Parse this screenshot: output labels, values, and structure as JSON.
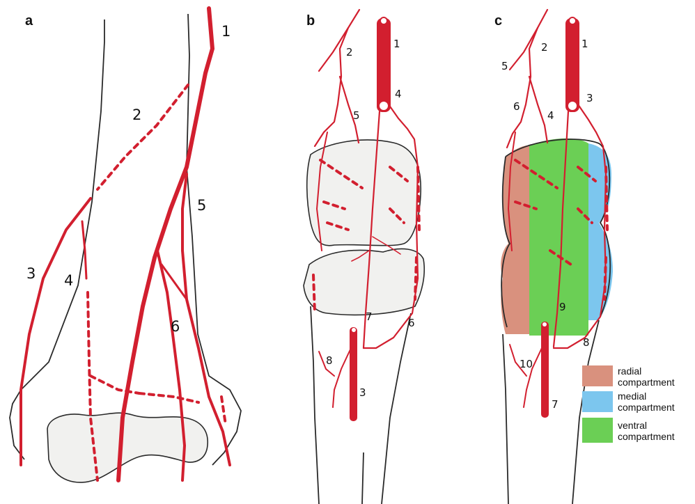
{
  "panels": [
    {
      "letter": "a",
      "labels": [
        "1",
        "2",
        "3",
        "4",
        "5",
        "6"
      ]
    },
    {
      "letter": "b",
      "labels": [
        "1",
        "2",
        "3",
        "4",
        "5",
        "6",
        "7",
        "8"
      ]
    },
    {
      "letter": "c",
      "labels": [
        "1",
        "2",
        "3",
        "4",
        "5",
        "6",
        "7",
        "8",
        "9",
        "10"
      ]
    }
  ],
  "legend": [
    {
      "line1": "radial",
      "line2": "compartment",
      "color": "#d9917e"
    },
    {
      "line1": "medial",
      "line2": "compartment",
      "color": "#7cc6ee"
    },
    {
      "line1": "ventral",
      "line2": "compartment",
      "color": "#6bcf55"
    }
  ],
  "colors": {
    "artery": "#d21f2f",
    "bone_outline": "#2a2a2a"
  }
}
